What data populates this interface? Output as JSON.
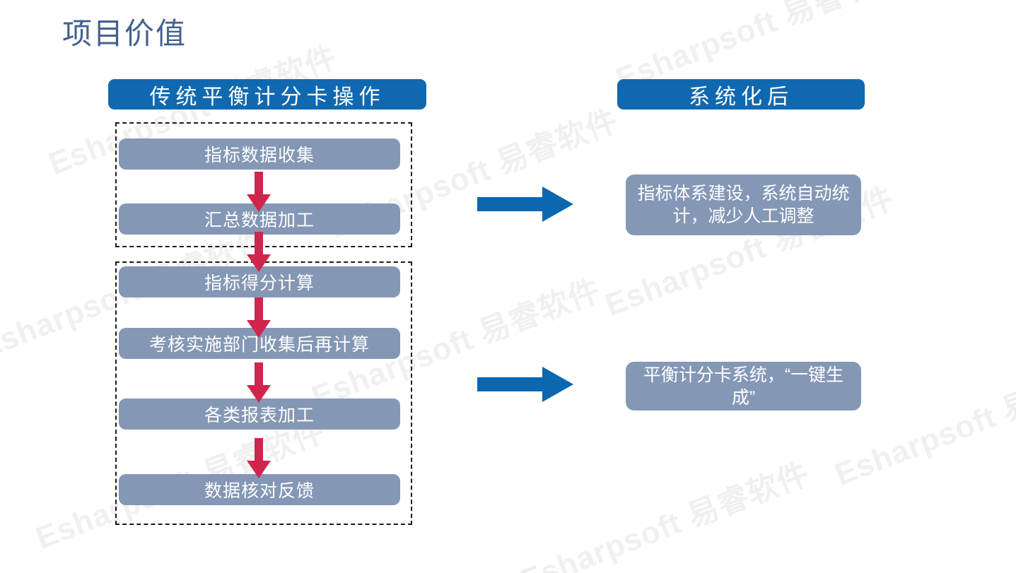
{
  "slide": {
    "title": "项目价值",
    "title_color": "#44618E",
    "background": "#ffffff"
  },
  "colors": {
    "banner_blue": "#1069B0",
    "box_slate": "#8497B5",
    "arrow_red": "#D0254C",
    "arrow_blue": "#0B67AF",
    "dashed_border": "#1a1a1a",
    "watermark": "#f0f0f0"
  },
  "banners": {
    "left": "传统平衡计分卡操作",
    "right": "系统化后"
  },
  "left_flow": {
    "groups": [
      {
        "name": "group-1",
        "steps": [
          {
            "label": "指标数据收集"
          },
          {
            "label": "汇总数据加工"
          }
        ]
      },
      {
        "name": "group-2",
        "steps": [
          {
            "label": "指标得分计算"
          },
          {
            "label": "考核实施部门收集后再计算"
          },
          {
            "label": "各类报表加工"
          },
          {
            "label": "数据核对反馈"
          }
        ]
      }
    ]
  },
  "right_results": [
    {
      "label": "指标体系建设，系统自动统计，减少人工调整"
    },
    {
      "label": "平衡计分卡系统，“一键生成”"
    }
  ],
  "transitions": [
    {
      "name": "transition-arrow-top",
      "icon": "right-block-arrow"
    },
    {
      "name": "transition-arrow-bottom",
      "icon": "right-block-arrow"
    }
  ],
  "watermarks": [
    {
      "text": "Esharpsoft 易睿软件"
    },
    {
      "text": "Esharpsoft 易睿软件"
    },
    {
      "text": "Esharpsoft 易睿软件"
    },
    {
      "text": "Esharpsoft 易睿软件"
    },
    {
      "text": "Esharpsoft 易睿软件"
    },
    {
      "text": "Esharpsoft 易睿软件"
    },
    {
      "text": "Esharpsoft 易睿软件"
    },
    {
      "text": "Esharpsoft 易睿软件"
    },
    {
      "text": "Esharpsoft 易睿软件"
    }
  ]
}
